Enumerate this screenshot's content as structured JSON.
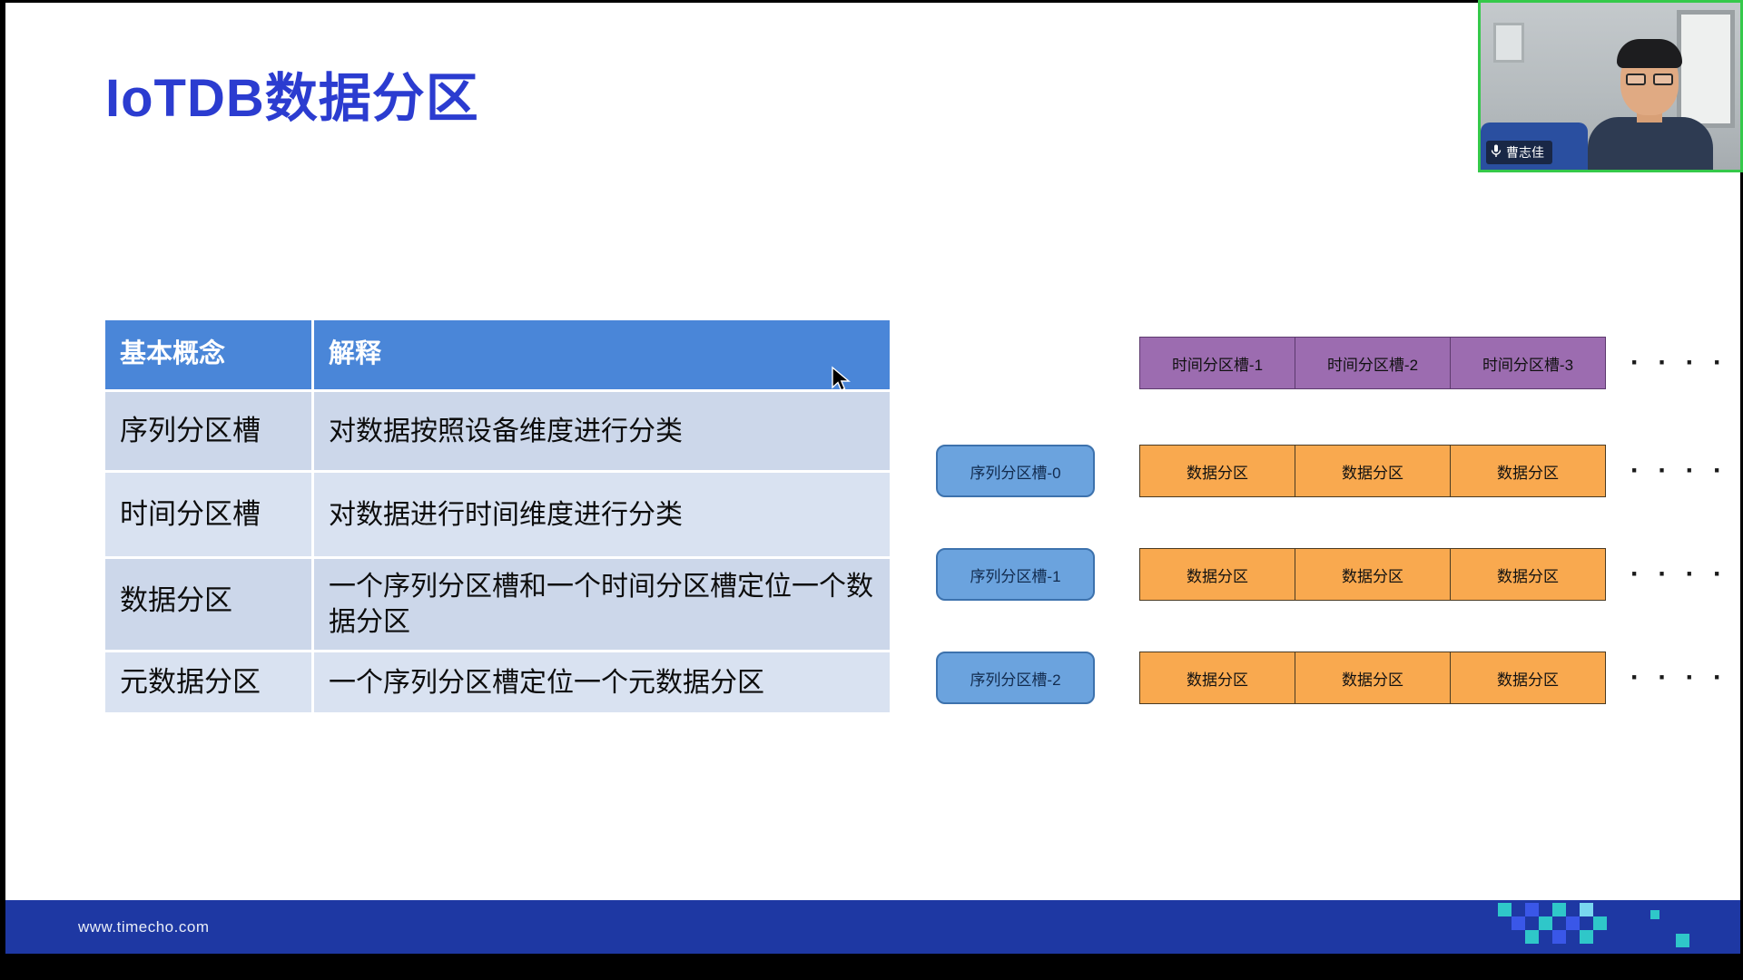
{
  "title": "IoTDB数据分区",
  "table": {
    "headers": [
      "基本概念",
      "解释"
    ],
    "rows": [
      {
        "concept": "序列分区槽",
        "explanation": "对数据按照设备维度进行分类"
      },
      {
        "concept": "时间分区槽",
        "explanation": "对数据进行时间维度进行分类"
      },
      {
        "concept": "数据分区",
        "explanation": "一个序列分区槽和一个时间分区槽定位一个数据分区"
      },
      {
        "concept": "元数据分区",
        "explanation": "一个序列分区槽定位一个元数据分区"
      }
    ]
  },
  "diagram": {
    "time_slot_labels": [
      "时间分区槽-1",
      "时间分区槽-2",
      "时间分区槽-3"
    ],
    "series_slot_labels": [
      "序列分区槽-0",
      "序列分区槽-1",
      "序列分区槽-2"
    ],
    "data_partition_label": "数据分区",
    "ellipsis": "· · · ·"
  },
  "footer": {
    "website": "www.timecho.com"
  },
  "webcam": {
    "participant_name": "曹志佳"
  },
  "colors": {
    "title_blue": "#2b3cd0",
    "table_header_blue": "#4a86d8",
    "table_row_light": "#ccd7ea",
    "table_row_lighter": "#d9e2f1",
    "time_slot_purple": "#9c6cb0",
    "data_partition_orange": "#f9a94f",
    "series_slot_blue": "#6ba3de",
    "footer_blue": "#1e38a3",
    "accent_teal": "#2fc7c9",
    "webcam_border_green": "#35c94a"
  }
}
